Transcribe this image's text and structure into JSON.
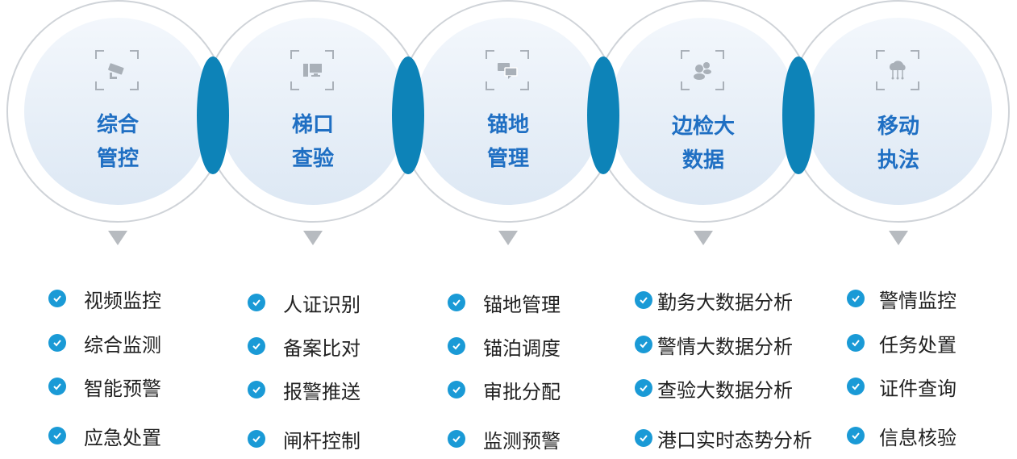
{
  "columns": [
    {
      "title_line1": "综合",
      "title_line2": "管控",
      "icon": "camera-icon",
      "items": [
        "视频监控",
        "综合监测",
        "智能预警",
        "应急处置"
      ]
    },
    {
      "title_line1": "梯口",
      "title_line2": "查验",
      "icon": "computer-icon",
      "items": [
        "人证识别",
        "备案比对",
        "报警推送",
        "闸杆控制"
      ]
    },
    {
      "title_line1": "锚地",
      "title_line2": "管理",
      "icon": "chat-icon",
      "items": [
        "锚地管理",
        "锚泊调度",
        "审批分配",
        "监测预警"
      ]
    },
    {
      "title_line1": "边检大",
      "title_line2": "数据",
      "icon": "users-icon",
      "items": [
        "勤务大数据分析",
        "警情大数据分析",
        "查验大数据分析",
        "港口实时态势分析"
      ]
    },
    {
      "title_line1": "移动",
      "title_line2": "执法",
      "icon": "cloud-network-icon",
      "items": [
        "警情监控",
        "任务处置",
        "证件查询",
        "信息核验"
      ]
    }
  ],
  "colors": {
    "accent": "#0d83b8",
    "title": "#1f6fc3",
    "check": "#1a9ad6",
    "circle_border": "#cfd3d8"
  }
}
